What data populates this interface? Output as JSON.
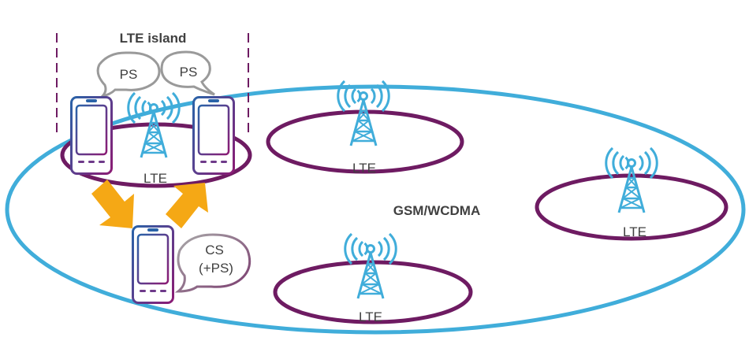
{
  "labels": {
    "lte_island": "LTE island",
    "network": "GSM/WCDMA",
    "bubble_ps_left": "PS",
    "bubble_ps_right": "PS",
    "bubble_cs_line1": "CS",
    "bubble_cs_line2": "(+PS)"
  },
  "cells": [
    {
      "label": "LTE"
    },
    {
      "label": "LTE"
    },
    {
      "label": "LTE"
    },
    {
      "label": "LTE"
    }
  ],
  "colors": {
    "network_outline": "#40ADDA",
    "cell_outline": "#6E1B62",
    "tower": "#40ADDA",
    "arrow": "#F5A815",
    "phone_gradient_start": "#2A63A8",
    "phone_gradient_end": "#8B1B74",
    "bubble_outline": "#9A9A9A",
    "text": "#404040"
  }
}
